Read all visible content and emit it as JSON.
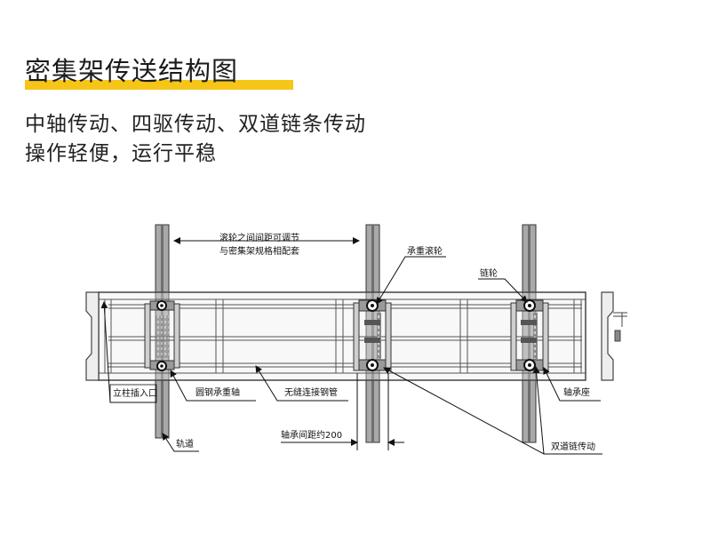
{
  "title": "密集架传送结构图",
  "subtitle_line1": "中轴传动、四驱传动、双道链条传动",
  "subtitle_line2": "操作轻便，运行平稳",
  "accent_color": "#f5c518",
  "diagram": {
    "label_spacing_1": "滚轮之间间距可调节",
    "label_spacing_2": "与密集架规格相配套",
    "label_load_roller": "承重滚轮",
    "label_sprocket": "链轮",
    "label_post_socket": "立柱插入口",
    "label_round_steel_shaft": "圆钢承重轴",
    "label_seamless_pipe": "无缝连接钢管",
    "label_bearing_seat": "轴承座",
    "label_track": "轨道",
    "label_bearing_distance": "轴承间距约200",
    "label_double_chain": "双道链传动"
  }
}
